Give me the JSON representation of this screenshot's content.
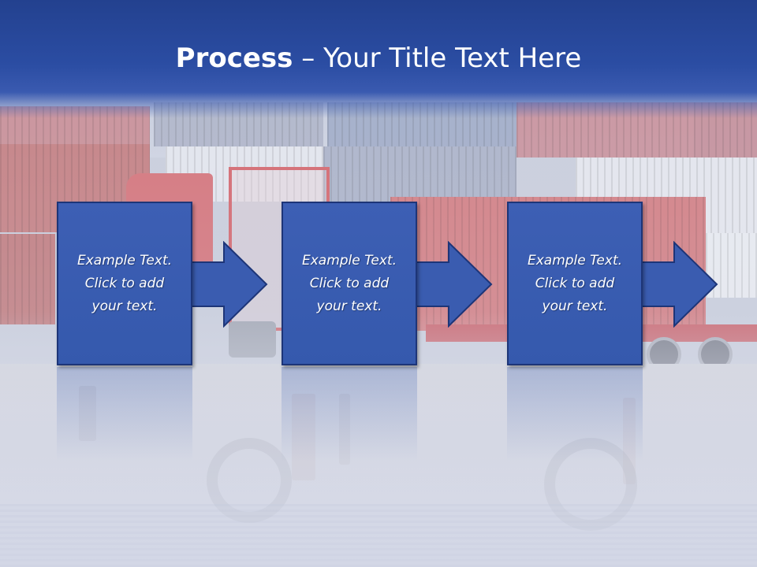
{
  "slide": {
    "title_bold": "Process",
    "title_dash": " – ",
    "title_rest": "Your Title Text Here"
  },
  "steps": [
    {
      "text": "Example Text.\nClick  to add\nyour text."
    },
    {
      "text": "Example Text.\nClick  to add\nyour text."
    },
    {
      "text": "Example Text.\nClick  to add\nyour text."
    }
  ],
  "colors": {
    "title_band": "#2b4da3",
    "box_fill": "#3a5cb0",
    "box_border": "#1d3578",
    "title_text": "#ffffff"
  }
}
